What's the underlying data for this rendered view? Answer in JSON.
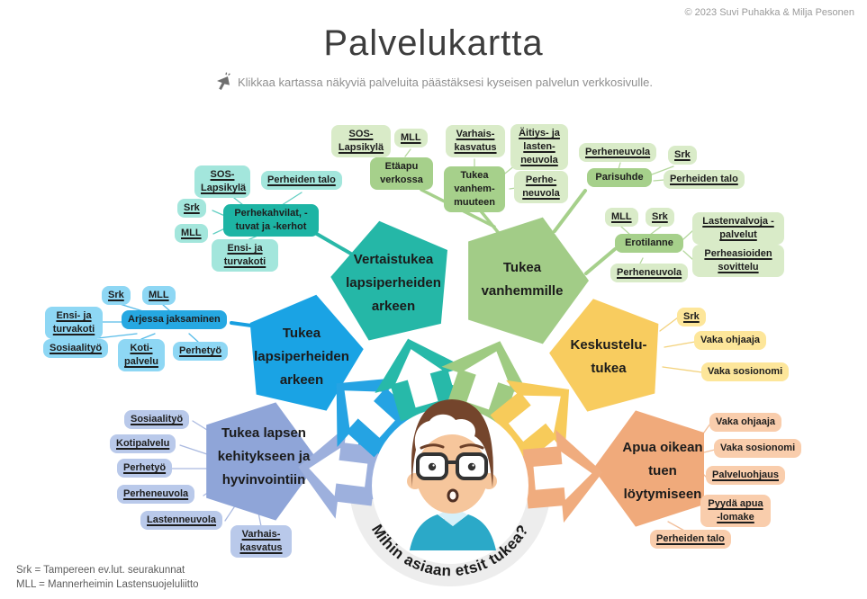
{
  "header": {
    "copyright": "© 2023 Suvi Puhakka & Milja Pesonen",
    "title": "Palvelukartta",
    "subtitle": "Klikkaa kartassa näkyviä palveluita päästäksesi kyseisen palvelun verkkosivulle."
  },
  "center": {
    "question": "Mihin asiaan etsit tukea?"
  },
  "pentagons": {
    "peer": {
      "label": "Vertaistukea lapsiperheiden arkeen",
      "color": "#25b7a7"
    },
    "parents": {
      "label": "Tukea vanhemmille",
      "color": "#a2cc87"
    },
    "talk": {
      "label": "Keskustelu-tukea",
      "color": "#f8cc5f"
    },
    "find": {
      "label": "Apua oikean tuen löytymiseen",
      "color": "#f0aa7b"
    },
    "child": {
      "label": "Tukea lapsen kehitykseen ja hyvinvointiin",
      "color": "#8fa5d8"
    },
    "family": {
      "label": "Tukea lapsiperheiden arkeen",
      "color": "#1aa3e4"
    }
  },
  "clusters": {
    "peer": {
      "hub": "Perhekahvilat, -tuvat ja -kerhot",
      "items": [
        "SOS-Lapsikylä",
        "Perheiden talo",
        "Srk",
        "MLL",
        "Ensi- ja turvakoti"
      ]
    },
    "remote": {
      "hub": "Etäapu verkossa",
      "items": [
        "SOS-Lapsikylä",
        "MLL"
      ]
    },
    "parenthood": {
      "hub": "Tukea vanhem-muuteen",
      "items": [
        "Varhais-kasvatus",
        "Äitiys- ja lasten-neuvola",
        "Perhe-neuvola"
      ]
    },
    "relationship": {
      "hub": "Parisuhde",
      "items": [
        "Perheneuvola",
        "Srk",
        "Perheiden talo"
      ]
    },
    "divorce": {
      "hub": "Erotilanne",
      "items": [
        "MLL",
        "Srk",
        "Lastenvalvoja -palvelut",
        "Perheasioiden sovittelu",
        "Perheneuvola"
      ]
    },
    "everyday": {
      "hub": "Arjessa jaksaminen",
      "items": [
        "Srk",
        "MLL",
        "Ensi- ja turvakoti",
        "Sosiaalityö",
        "Koti-palvelu",
        "Perhetyö"
      ]
    },
    "child_dev": {
      "items": [
        "Sosiaalityö",
        "Kotipalvelu",
        "Perhetyö",
        "Perheneuvola",
        "Lastenneuvola",
        "Varhais-kasvatus"
      ]
    },
    "discussion": {
      "items": [
        "Srk",
        "Vaka ohjaaja",
        "Vaka sosionomi"
      ]
    },
    "find_help": {
      "items": [
        "Vaka ohjaaja",
        "Vaka sosionomi",
        "Palveluohjaus",
        "Pyydä apua -lomake",
        "Perheiden talo"
      ]
    }
  },
  "legend": {
    "srk": "Srk = Tampereen ev.lut. seurakunnat",
    "mll": "MLL = Mannerheimin Lastensuojeluliitto"
  },
  "colors": {
    "teal": "#25b7a7",
    "green": "#a2cc87",
    "yellow": "#f8cc5f",
    "orange": "#f0aa7b",
    "periwinkle": "#8fa5d8",
    "blue": "#1aa3e4",
    "ring_gray": "#ededed"
  }
}
